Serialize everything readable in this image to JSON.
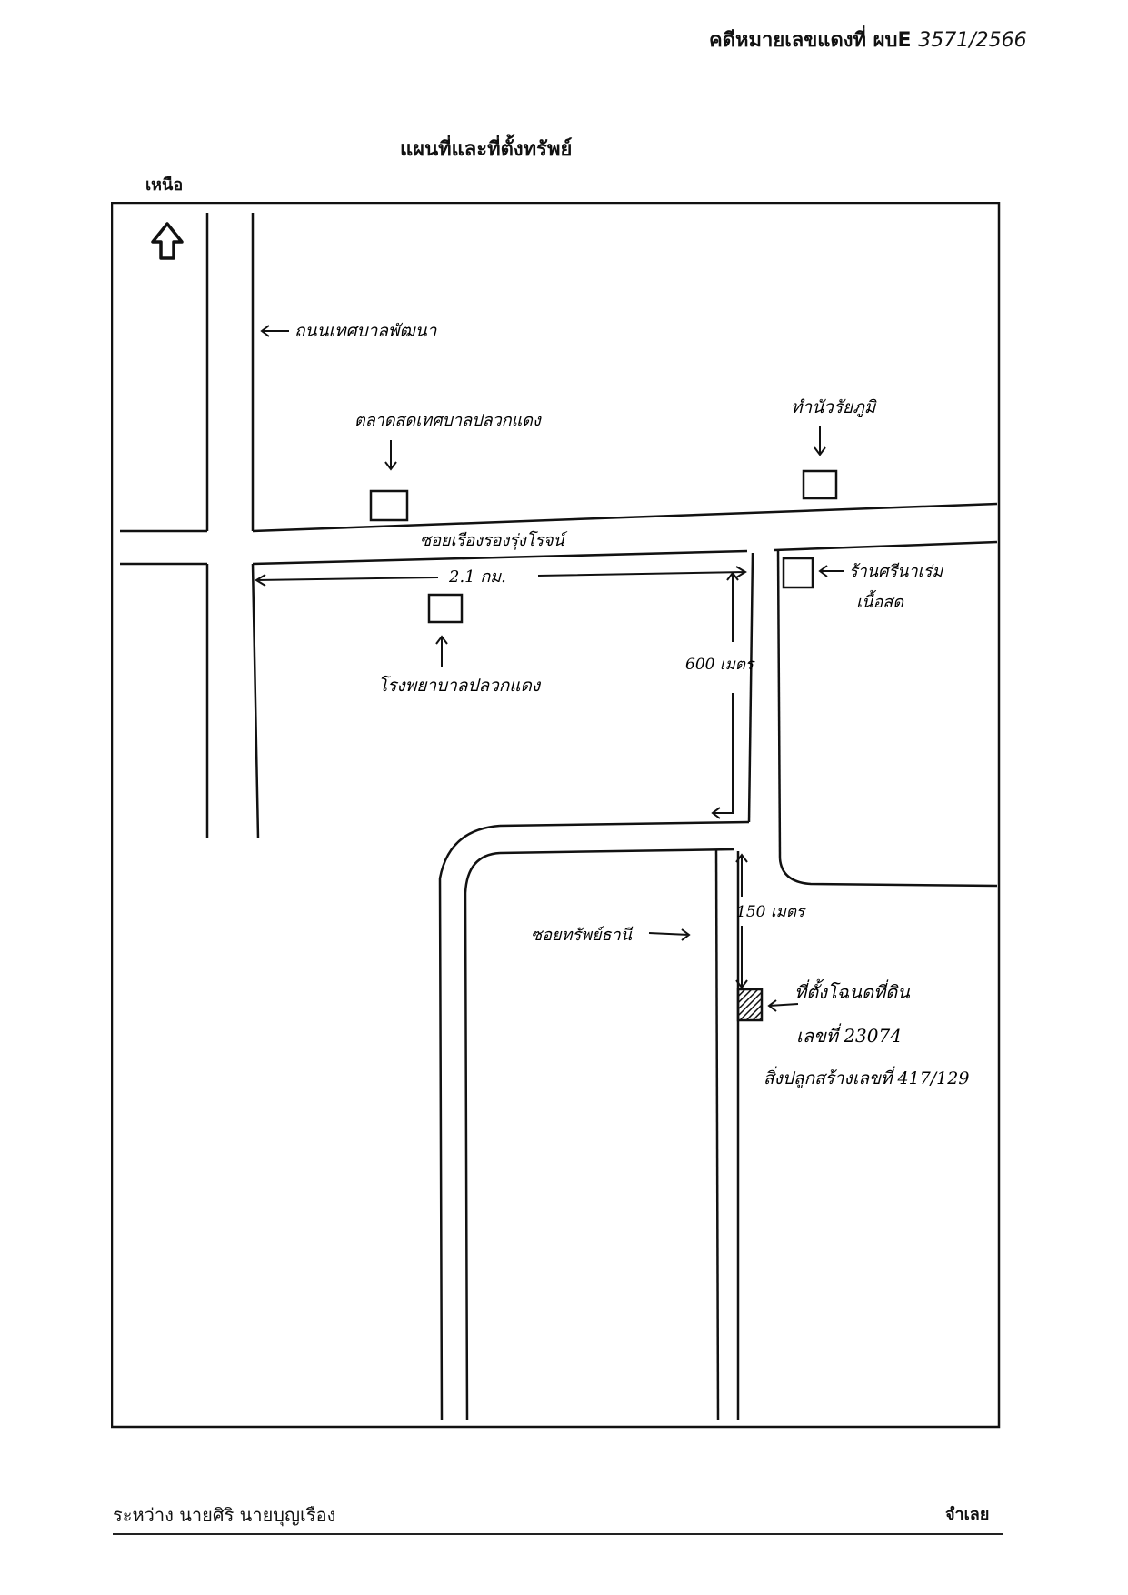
{
  "header": {
    "case_label": "คดีหมายเลขแดงที่ ผบE",
    "case_number": "3571/2566",
    "title": "แผนที่และที่ตั้งทรัพย์",
    "north_label": "เหนือ"
  },
  "map": {
    "labels": {
      "municipal_road": "ถนนเทศบาลพัฒนา",
      "fresh_market": "ตลาดสดเทศบาลปลวกแดง",
      "temple": "ทำนัวรัยภูมิ",
      "soi_main": "ซอยเรืองรองรุ่งโรจน์",
      "distance_main": "2.1 กม.",
      "shop_line1": "ร้านศรีนาเร่ม",
      "shop_line2": "เนื้อสด",
      "hospital": "โรงพยาบาลปลวกแดง",
      "distance_600": "600 เมตร",
      "distance_150": "150 เมตร",
      "soi_sap": "ซอยทรัพย์ธานี",
      "property_line1": "ที่ตั้งโฉนดที่ดิน",
      "property_line2": "เลขที่ 23074",
      "property_line3": "สิ่งปลูกสร้างเลขที่ 417/129"
    }
  },
  "footer": {
    "parties": "ระหว่าง  นายศิริ  นายบุญเรือง",
    "defendant_label": "จำเลย"
  }
}
